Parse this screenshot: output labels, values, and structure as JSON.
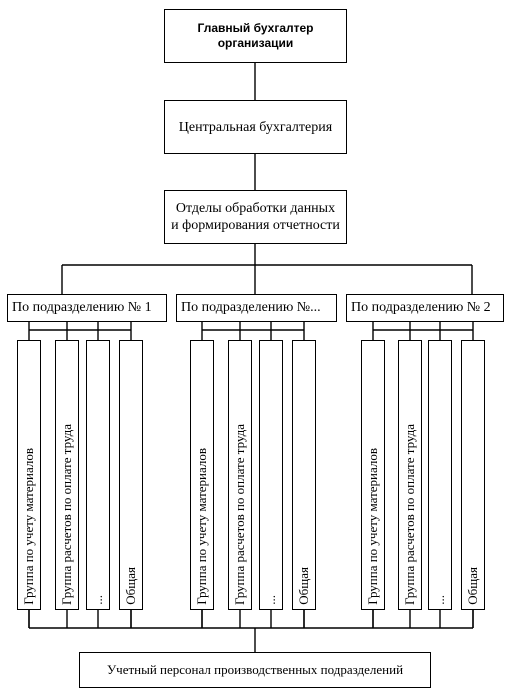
{
  "diagram": {
    "chief": "Главный бухгалтер\nорганизации",
    "central": "Центральная бухгалтерия",
    "processing": "Отделы обработки данных\nи формирования отчетности",
    "divisions": [
      {
        "label": "По подразделению № 1"
      },
      {
        "label": "По подразделению №..."
      },
      {
        "label": "По подразделению № 2"
      }
    ],
    "groups": [
      "Группа по учету материалов",
      "Группа расчетов по оплате труда",
      "...",
      "Общая"
    ],
    "bottom": "Учетный персонал производственных подразделений"
  }
}
